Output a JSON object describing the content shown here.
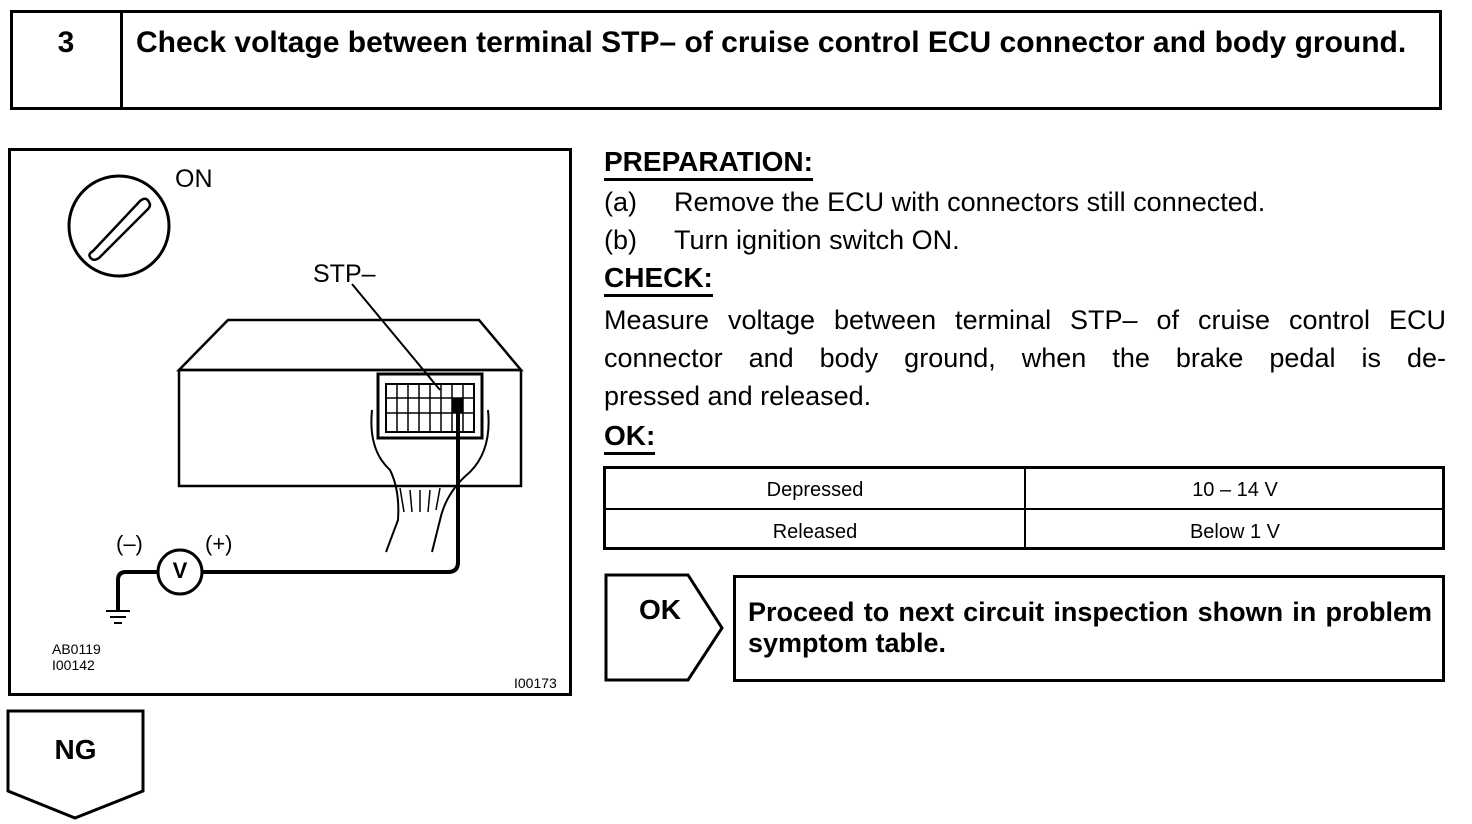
{
  "step": {
    "number": "3",
    "title": "Check voltage between terminal STP–  of cruise control ECU connector and body ground."
  },
  "figure": {
    "ignition_label": "ON",
    "terminal_label": "STP–",
    "meter_symbol": "V",
    "negative_label": "(–)",
    "positive_label": "(+)",
    "ref_codes": [
      "AB0119",
      "I00142"
    ],
    "figure_id": "I00173",
    "icons": [
      "ignition-key-icon",
      "ecu-connector-icon",
      "voltmeter-icon",
      "ground-symbol-icon"
    ]
  },
  "preparation": {
    "heading": "PREPARATION:",
    "items": [
      {
        "letter": "(a)",
        "text": "Remove the ECU with connectors still connected."
      },
      {
        "letter": "(b)",
        "text": "Turn ignition switch ON."
      }
    ]
  },
  "check": {
    "heading": "CHECK:",
    "lines": [
      "Measure voltage between terminal STP– of cruise control ECU",
      "connector and body ground, when the brake pedal is de-",
      "pressed and released."
    ]
  },
  "ok": {
    "heading": "OK:",
    "rows": [
      {
        "condition": "Depressed",
        "value": "10 – 14 V"
      },
      {
        "condition": "Released",
        "value": "Below 1 V"
      }
    ]
  },
  "result_ok": {
    "label": "OK",
    "text": "Proceed to next circuit inspection shown in problem symptom table."
  },
  "result_ng": {
    "label": "NG"
  }
}
